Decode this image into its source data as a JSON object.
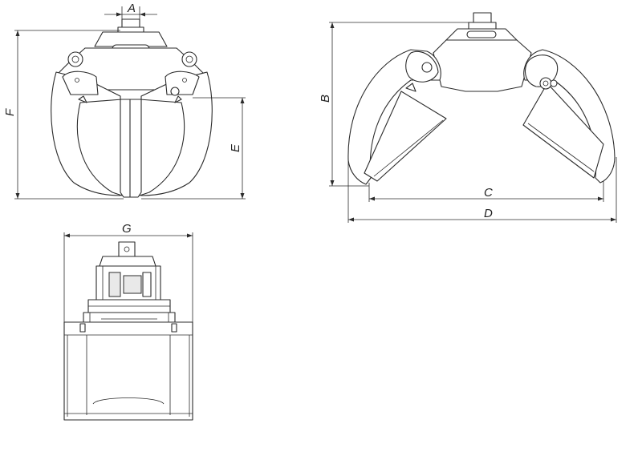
{
  "dimensions": {
    "A": "A",
    "B": "B",
    "C": "C",
    "D": "D",
    "E": "E",
    "F": "F",
    "G": "G"
  }
}
